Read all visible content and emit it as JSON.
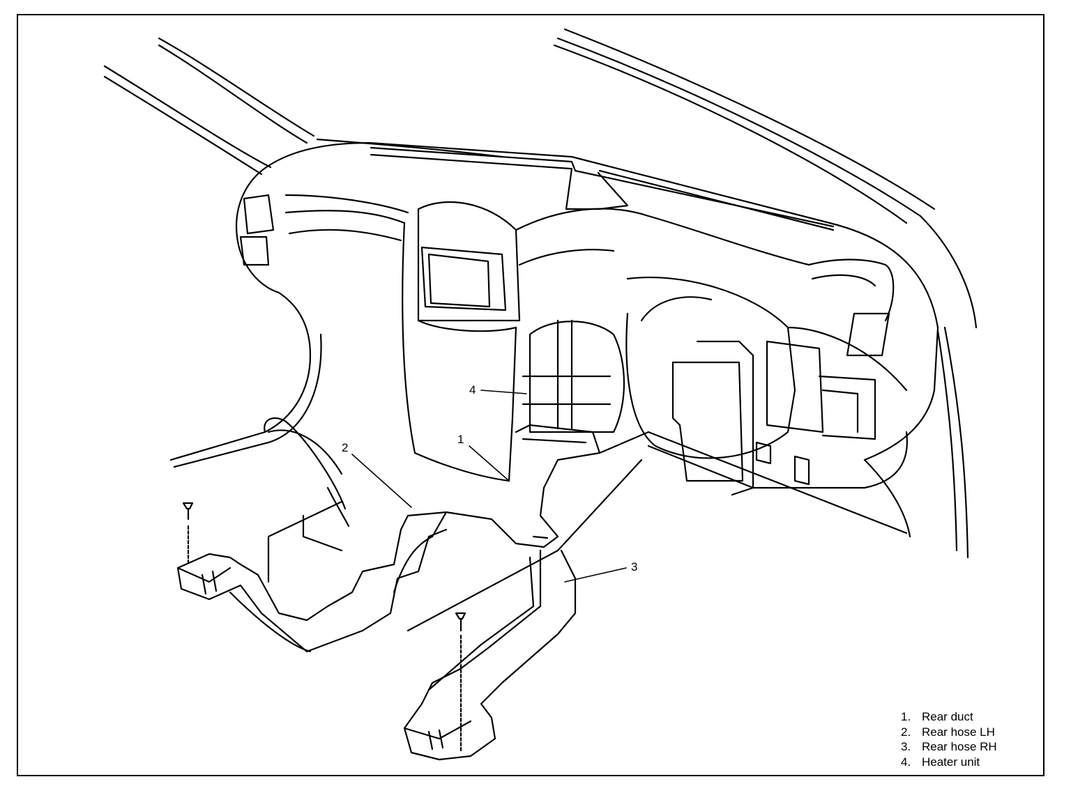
{
  "diagram": {
    "callouts": [
      {
        "id": "1",
        "label": "1"
      },
      {
        "id": "2",
        "label": "2"
      },
      {
        "id": "3",
        "label": "3"
      },
      {
        "id": "4",
        "label": "4"
      }
    ],
    "legend": [
      {
        "num": "1.",
        "text": "Rear duct"
      },
      {
        "num": "2.",
        "text": "Rear hose LH"
      },
      {
        "num": "3.",
        "text": "Rear hose RH"
      },
      {
        "num": "4.",
        "text": "Heater unit"
      }
    ]
  }
}
